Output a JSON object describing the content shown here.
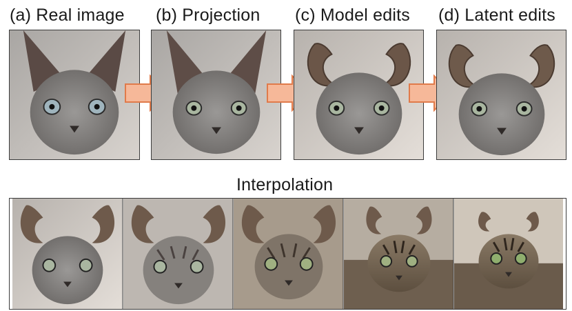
{
  "captions": {
    "a": "(a) Real image",
    "b": "(b) Projection",
    "c": "(c) Model edits",
    "d": "(d) Latent edits"
  },
  "interpolation_title": "Interpolation",
  "arrow_color": "#f6b899",
  "arrow_stroke": "#e07a4a",
  "panels": [
    {
      "id": "real",
      "ear": "pointed"
    },
    {
      "id": "projection",
      "ear": "pointed"
    },
    {
      "id": "model-edit",
      "ear": "curled"
    },
    {
      "id": "latent-edit",
      "ear": "curled"
    }
  ],
  "interpolation_frames": 5
}
